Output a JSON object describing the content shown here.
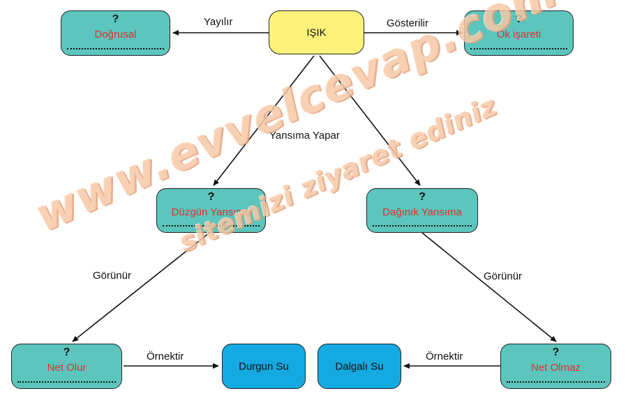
{
  "nodes": {
    "isik": {
      "label": "IŞIK"
    },
    "dogrusal": {
      "question": "?",
      "answer": "Doğrusal"
    },
    "ok_isareti": {
      "question": "?",
      "answer": "Ok işareti"
    },
    "duzgun_yansima": {
      "question": "?",
      "answer": "Düzgün Yansıma"
    },
    "daginik_yansima": {
      "question": "?",
      "answer": "Dağınık Yansıma"
    },
    "net_olur": {
      "question": "?",
      "answer": "Net Olur"
    },
    "net_olmaz": {
      "question": "?",
      "answer": "Net Olmaz"
    },
    "durgun_su": {
      "label": "Durgun Su"
    },
    "dalgali_su": {
      "label": "Dalgalı Su"
    }
  },
  "edges": {
    "yayilir": "Yayılır",
    "gosterilir": "Gösterilir",
    "yansima_yapar": "Yansıma Yapar",
    "gorunur_left": "Görünür",
    "gorunur_right": "Görünür",
    "ornektir_left": "Örnektir",
    "ornektir_right": "Örnektir"
  },
  "watermark": {
    "line1": "www.evvelcevap.com",
    "line2": "sitemizi ziyaret ediniz"
  },
  "colors": {
    "teal": "#5cc5bd",
    "blue": "#14a9e0",
    "yellow": "#fff27a",
    "answer_red": "#e03030"
  }
}
